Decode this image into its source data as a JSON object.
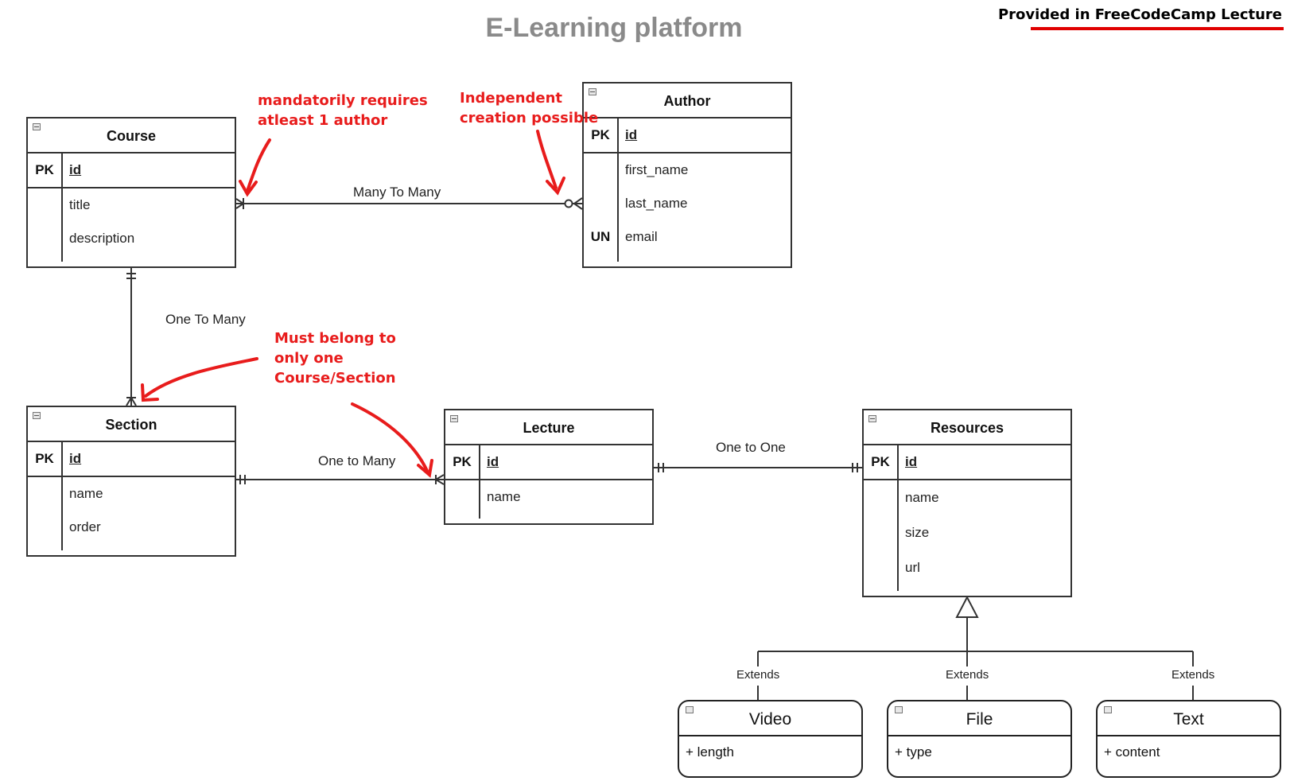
{
  "title": "E-Learning platform",
  "credit": "Provided in FreeCodeCamp Lecture",
  "entities": {
    "course": {
      "name": "Course",
      "pk": "PK",
      "id": "id",
      "fields": [
        "title",
        "description"
      ]
    },
    "author": {
      "name": "Author",
      "pk": "PK",
      "id": "id",
      "fields": [
        "first_name",
        "last_name",
        "email"
      ],
      "un": "UN"
    },
    "section": {
      "name": "Section",
      "pk": "PK",
      "id": "id",
      "fields": [
        "name",
        "order"
      ]
    },
    "lecture": {
      "name": "Lecture",
      "pk": "PK",
      "id": "id",
      "fields": [
        "name"
      ]
    },
    "resources": {
      "name": "Resources",
      "pk": "PK",
      "id": "id",
      "fields": [
        "name",
        "size",
        "url"
      ]
    }
  },
  "subtypes": [
    {
      "name": "Video",
      "attr": "+ length"
    },
    {
      "name": "File",
      "attr": "+ type"
    },
    {
      "name": "Text",
      "attr": "+ content"
    }
  ],
  "relationships": {
    "course_author": "Many To Many",
    "course_section": "One To Many",
    "section_lecture": "One to Many",
    "lecture_resources": "One to One",
    "extends": "Extends"
  },
  "notes": {
    "course_author_line1": "mandatorily requires",
    "course_author_line2": "atleast 1 author",
    "author_line1": "Independent",
    "author_line2": "creation possible",
    "lecture_line1": "Must belong to",
    "lecture_line2": "only one",
    "lecture_line3": "Course/Section"
  },
  "colors": {
    "annotation": "#e81c1c",
    "title": "#8a8a8a",
    "line": "#333333"
  }
}
